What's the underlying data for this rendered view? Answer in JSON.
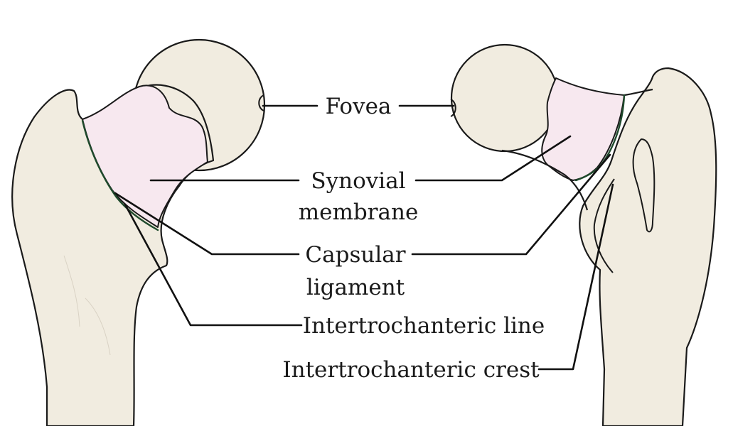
{
  "colors": {
    "bone_fill": "#f1ece0",
    "synovial_fill": "#f7e8ef",
    "capsule_line": "#1f4a2c",
    "leader_line": "#111111",
    "text": "#1a1a1a"
  },
  "labels": {
    "fovea": "Fovea",
    "synovial_line1": "Synovial",
    "synovial_line2": "membrane",
    "capsular_line1": "Capsular",
    "capsular_line2": "ligament",
    "intertrochanteric_line": "Intertrochanteric line",
    "intertrochanteric_crest": "Intertrochanteric crest"
  }
}
